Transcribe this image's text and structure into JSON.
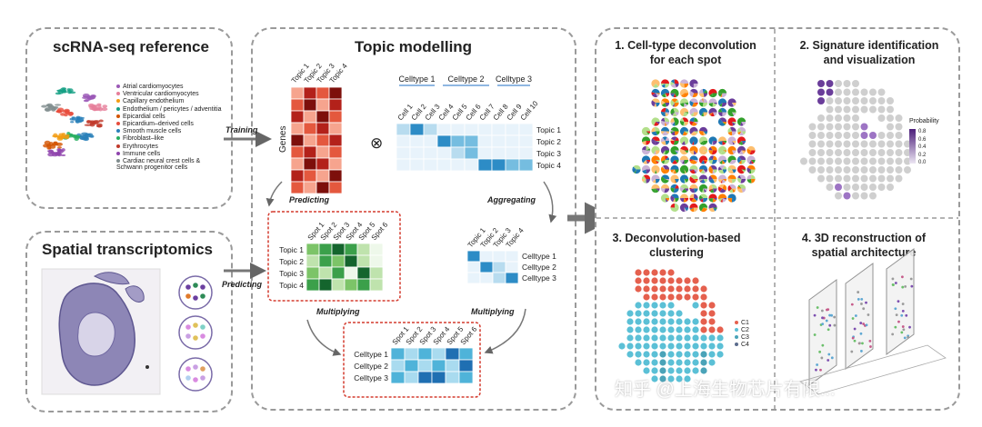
{
  "left": {
    "scrna_title": "scRNA-seq reference",
    "spatial_title": "Spatial transcriptomics",
    "cell_types": [
      {
        "name": "Atrial cardiomyocytes",
        "color": "#9b59b6"
      },
      {
        "name": "Ventricular cardiomyocytes",
        "color": "#e67e9a"
      },
      {
        "name": "Capillary endothelium",
        "color": "#f39c12"
      },
      {
        "name": "Endothelium / pericytes / adventitia",
        "color": "#16a085"
      },
      {
        "name": "Epicardial cells",
        "color": "#d35400"
      },
      {
        "name": "Epicardium–derived cells",
        "color": "#e74c3c"
      },
      {
        "name": "Smooth muscle cells",
        "color": "#2980b9"
      },
      {
        "name": "Fibroblast–like",
        "color": "#27ae60"
      },
      {
        "name": "Erythrocytes",
        "color": "#c0392b"
      },
      {
        "name": "Immune cells",
        "color": "#8e44ad"
      },
      {
        "name": "Cardiac neural crest cells &\nSchwann progenitor cells",
        "color": "#7f8c8d"
      }
    ]
  },
  "middle": {
    "title": "Topic modelling",
    "genes_label": "Genes",
    "topics_x": [
      "Topic 1",
      "Topic 2",
      "Topic 3",
      "Topic 4"
    ],
    "celltype_groups": [
      "Celltype 1",
      "Celltype 2",
      "Celltype 3"
    ],
    "cells": [
      "Cell 1",
      "Cell 2",
      "Cell 3",
      "Cell 4",
      "Cell 5",
      "Cell 6",
      "Cell 7",
      "Cell 8",
      "Cell 9",
      "Cell 10"
    ],
    "topic_rows": [
      "Topic 1",
      "Topic 2",
      "Topic 3",
      "Topic 4"
    ],
    "spots": [
      "Spot 1",
      "Spot 2",
      "Spot 3",
      "Spot 4",
      "Spot 5",
      "Spot 6"
    ],
    "celltypes": [
      "Celltype 1",
      "Celltype 2",
      "Celltype 3"
    ],
    "otimes": "⊗"
  },
  "arrows": {
    "training": "Training",
    "predicting_left": "Predicting",
    "predicting_mid": "Predicting",
    "aggregating": "Aggregating",
    "multiplying_left": "Multiplying",
    "multiplying_right": "Multiplying"
  },
  "right": {
    "q1_title": "1. Cell-type deconvolution\nfor each spot",
    "q2_title": "2. Signature identification\nand visualization",
    "q3_title": "3. Deconvolution-based\nclustering",
    "q4_title": "4. 3D reconstruction of\nspatial architecture",
    "prob_title": "Probability",
    "prob_ticks": [
      "0.8",
      "0.6",
      "0.4",
      "0.2",
      "0.0"
    ],
    "clusters": [
      {
        "name": "C1",
        "color": "#e5604e"
      },
      {
        "name": "C2",
        "color": "#5bc0d6"
      },
      {
        "name": "C3",
        "color": "#4aa3b8"
      },
      {
        "name": "C4",
        "color": "#5a6b8c"
      }
    ]
  },
  "watermark": "知乎 @上海生物芯片有限..."
}
